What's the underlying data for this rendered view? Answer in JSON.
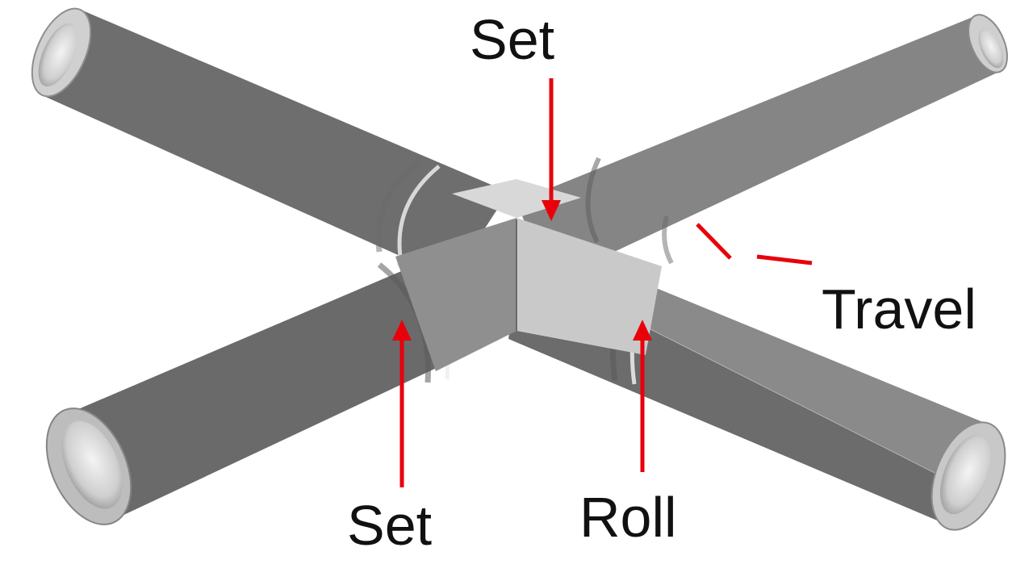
{
  "labels": {
    "set_top": "Set",
    "travel": "Travel",
    "set_bottom": "Set",
    "roll": "Roll"
  },
  "colors": {
    "arrow": "#e8000b",
    "pipe_light": "#e4e4e4",
    "pipe_mid": "#b4b4b4",
    "pipe_dark": "#7a7a7a",
    "background": "#ffffff"
  }
}
